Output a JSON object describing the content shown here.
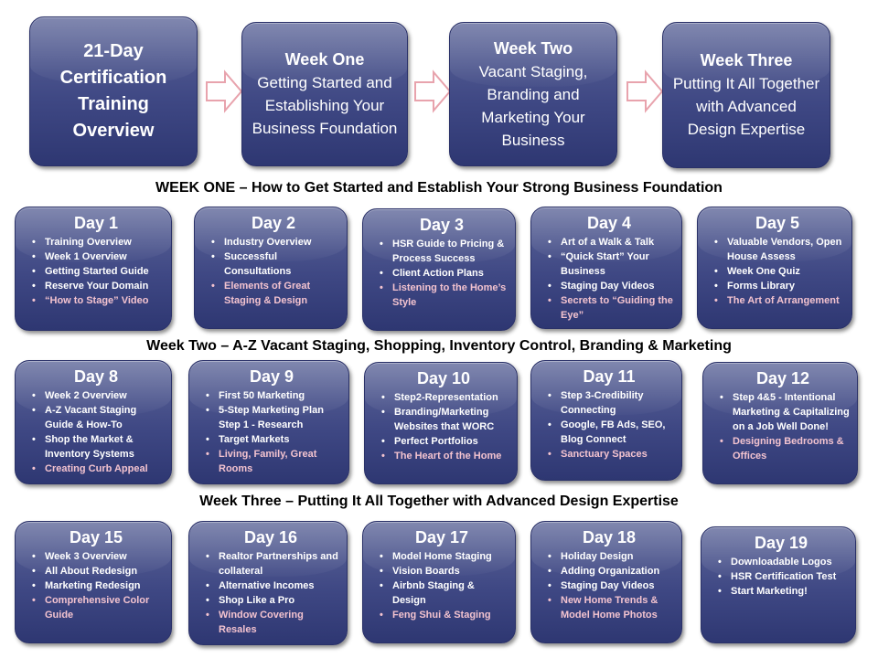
{
  "header": {
    "overview": {
      "title": "21-Day Certification Training Overview"
    },
    "weeks": [
      {
        "title": "Week One",
        "sub": "Getting Started and Establishing Your Business Foundation"
      },
      {
        "title": "Week Two",
        "sub": "Vacant Staging, Branding and Marketing Your Business"
      },
      {
        "title": "Week Three",
        "sub": "Putting It All Together with Advanced Design Expertise"
      }
    ]
  },
  "sections": [
    {
      "title": "WEEK ONE  – How to Get Started and Establish Your Strong Business Foundation"
    },
    {
      "title": "Week Two – A-Z Vacant Staging, Shopping, Inventory Control, Branding & Marketing"
    },
    {
      "title": "Week Three – Putting It All Together with Advanced Design Expertise"
    }
  ],
  "days": [
    {
      "title": "Day 1",
      "items": [
        {
          "text": "Training  Overview",
          "pink": false
        },
        {
          "text": "Week 1 Overview",
          "pink": false
        },
        {
          "text": "Getting Started Guide",
          "pink": false
        },
        {
          "text": "Reserve Your Domain",
          "pink": false
        },
        {
          "text": "“How to Stage” Video",
          "pink": true
        }
      ]
    },
    {
      "title": "Day 2",
      "items": [
        {
          "text": "Industry Overview",
          "pink": false
        },
        {
          "text": "Successful Consultations",
          "pink": false
        },
        {
          "text": "Elements of Great Staging & Design",
          "pink": true
        }
      ]
    },
    {
      "title": "Day 3",
      "items": [
        {
          "text": "HSR Guide to Pricing & Process Success",
          "pink": false
        },
        {
          "text": "Client Action Plans",
          "pink": false
        },
        {
          "text": "Listening to the Home’s Style",
          "pink": true
        }
      ]
    },
    {
      "title": "Day 4",
      "items": [
        {
          "text": "Art of a Walk & Talk",
          "pink": false
        },
        {
          "text": "“Quick Start” Your Business",
          "pink": false
        },
        {
          "text": "Staging Day Videos",
          "pink": false
        },
        {
          "text": "Secrets to “Guiding the  Eye”",
          "pink": true
        }
      ]
    },
    {
      "title": "Day 5",
      "items": [
        {
          "text": "Valuable Vendors, Open House Assess",
          "pink": false
        },
        {
          "text": "Week One Quiz",
          "pink": false
        },
        {
          "text": "Forms Library",
          "pink": false
        },
        {
          "text": "The Art of Arrangement",
          "pink": true
        }
      ]
    },
    {
      "title": "Day 8",
      "items": [
        {
          "text": "Week 2 Overview",
          "pink": false
        },
        {
          "text": "A-Z Vacant Staging Guide & How-To",
          "pink": false
        },
        {
          "text": "Shop the Market & Inventory Systems",
          "pink": false
        },
        {
          "text": "Creating Curb Appeal",
          "pink": true
        }
      ]
    },
    {
      "title": "Day 9",
      "items": [
        {
          "text": "First 50 Marketing",
          "pink": false
        },
        {
          "text": "5-Step Marketing Plan Step 1 - Research",
          "pink": false
        },
        {
          "text": "Target Markets",
          "pink": false
        },
        {
          "text": "Living, Family, Great Rooms",
          "pink": true
        }
      ]
    },
    {
      "title": "Day 10",
      "items": [
        {
          "text": "Step2-Representation",
          "pink": false
        },
        {
          "text": "Branding/Marketing Websites that WORC",
          "pink": false
        },
        {
          "text": "Perfect Portfolios",
          "pink": false
        },
        {
          "text": "The Heart of the Home",
          "pink": true
        }
      ]
    },
    {
      "title": "Day 11",
      "items": [
        {
          "text": "Step 3-Credibility Connecting",
          "pink": false
        },
        {
          "text": " Google, FB Ads, SEO, Blog Connect",
          "pink": false
        },
        {
          "text": "Sanctuary Spaces",
          "pink": true
        }
      ]
    },
    {
      "title": "Day 12",
      "items": [
        {
          "text": "Step 4&5 - Intentional Marketing & Capitalizing on a Job Well Done!",
          "pink": false
        },
        {
          "text": "Designing Bedrooms & Offices",
          "pink": true
        }
      ]
    },
    {
      "title": "Day 15",
      "items": [
        {
          "text": "Week 3  Overview",
          "pink": false
        },
        {
          "text": "All About Redesign",
          "pink": false
        },
        {
          "text": "Marketing Redesign",
          "pink": false
        },
        {
          "text": "Comprehensive Color Guide",
          "pink": true
        }
      ]
    },
    {
      "title": "Day 16",
      "items": [
        {
          "text": "Realtor Partnerships and collateral",
          "pink": false
        },
        {
          "text": "Alternative Incomes",
          "pink": false
        },
        {
          "text": "Shop Like a Pro",
          "pink": false
        },
        {
          "text": "Window Covering Resales",
          "pink": true
        }
      ]
    },
    {
      "title": "Day 17",
      "items": [
        {
          "text": "Model Home Staging",
          "pink": false
        },
        {
          "text": " Vision Boards",
          "pink": false
        },
        {
          "text": "Airbnb Staging & Design",
          "pink": false
        },
        {
          "text": "Feng Shui & Staging",
          "pink": true
        }
      ]
    },
    {
      "title": "Day 18",
      "items": [
        {
          "text": "Holiday Design",
          "pink": false
        },
        {
          "text": "Adding Organization",
          "pink": false
        },
        {
          "text": "Staging Day Videos",
          "pink": false
        },
        {
          "text": "New Home Trends & Model Home Photos",
          "pink": true
        }
      ]
    },
    {
      "title": "Day 19",
      "items": [
        {
          "text": "Downloadable Logos",
          "pink": false
        },
        {
          "text": "HSR Certification Test",
          "pink": false
        },
        {
          "text": "Start Marketing!",
          "pink": false
        }
      ]
    }
  ]
}
